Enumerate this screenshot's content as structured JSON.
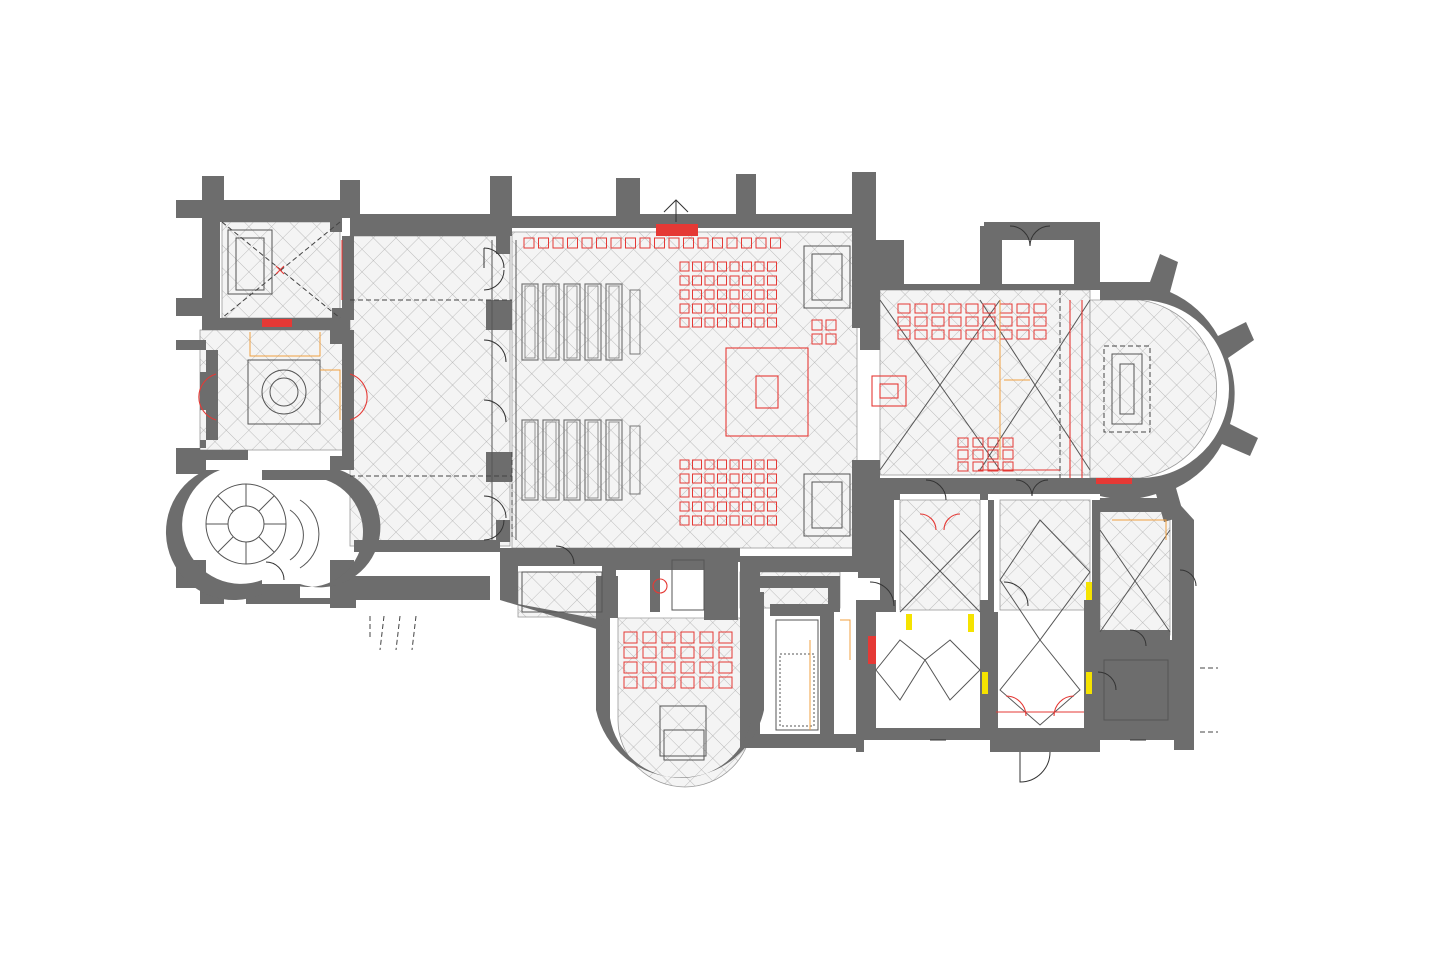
{
  "colors": {
    "wall": "#6d6d6d",
    "floor": "#f2f2f2",
    "hatch": "#a8a8a8",
    "seating": "#e53935",
    "fill_red": "#ee2222",
    "orange": "#f0a040",
    "yellow": "#f5e300",
    "pew": "#777777"
  },
  "icons": [
    "spiral-staircase-icon",
    "door-swing-icon",
    "altar-icon",
    "pew-icon",
    "chair-icon"
  ],
  "seating_rows": {
    "nave_north": {
      "rows": 5,
      "cols": 8
    },
    "nave_south": {
      "rows": 5,
      "cols": 8
    },
    "presbytery": {
      "rows": 3,
      "cols": 9
    },
    "side_chapel": {
      "rows": 4,
      "cols": 6
    }
  }
}
